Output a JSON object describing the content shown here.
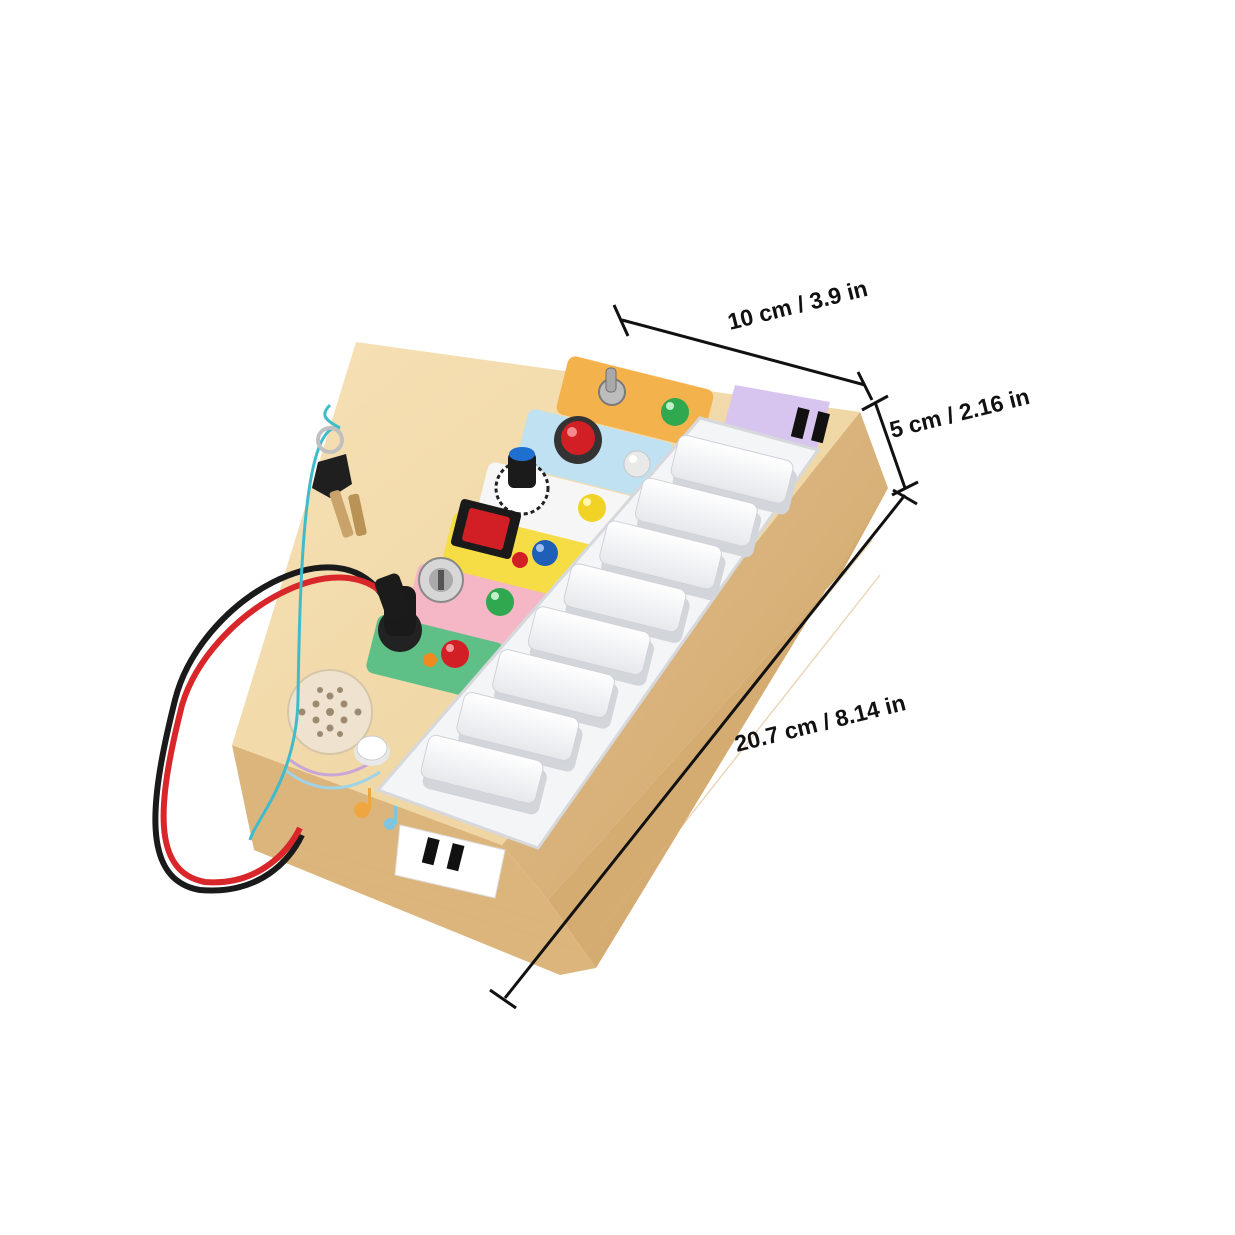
{
  "dimensions": {
    "width_label": "10 cm / 3.9 in",
    "height_label": "5 cm / 2.16 in",
    "length_label": "20.7 cm / 8.14 in"
  },
  "product": {
    "name": "wooden LED busy board with piano keys",
    "key_count": 8
  },
  "colors": {
    "wood_light": "#f1d9a8",
    "wood_dark": "#d9b47c",
    "key_white": "#ffffff",
    "cable_red": "#d8262b",
    "cable_black": "#1a1a1a",
    "lanyard": "#3fbccb",
    "led_red": "#d21f26",
    "led_green": "#2fa84f",
    "led_yellow": "#f1d325",
    "led_blue": "#1f5fb8"
  }
}
